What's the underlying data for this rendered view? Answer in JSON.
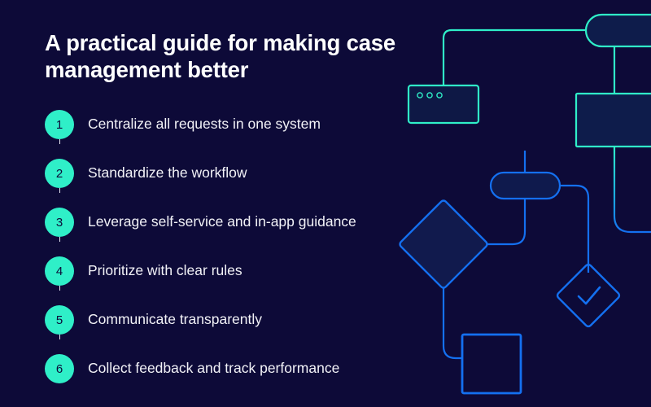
{
  "background_color": "#0D0A38",
  "accent_teal": "#2FEFC8",
  "accent_blue": "#1470F0",
  "text_color": "#F2F2F7",
  "header": {
    "title": "A practical guide for making case management better"
  },
  "steps": [
    {
      "number": "1",
      "label": "Centralize all requests in one system"
    },
    {
      "number": "2",
      "label": "Standardize the workflow"
    },
    {
      "number": "3",
      "label": "Leverage self-service and in-app guidance"
    },
    {
      "number": "4",
      "label": "Prioritize with clear rules"
    },
    {
      "number": "5",
      "label": "Communicate transparently"
    },
    {
      "number": "6",
      "label": "Collect feedback and track performance"
    }
  ],
  "flowchart": {
    "nodes": [
      {
        "name": "browser-window-node",
        "shape": "window",
        "stroke": "#2FEFC8",
        "fill": "#0E1845"
      },
      {
        "name": "pill-node-top",
        "shape": "pill",
        "stroke": "#2FEFC8",
        "fill": "#0E1C4B"
      },
      {
        "name": "rectangle-node-filled",
        "shape": "rectangle",
        "stroke": "#2FEFC8",
        "fill": "#0E1C4B"
      },
      {
        "name": "pill-node-middle",
        "shape": "pill",
        "stroke": "#1470F0",
        "fill": "#0F1A4D"
      },
      {
        "name": "diamond-node-filled",
        "shape": "diamond",
        "stroke": "#1470F0",
        "fill": "#111A4D"
      },
      {
        "name": "check-diamond-node",
        "shape": "diamond-check",
        "stroke": "#1470F0",
        "fill": "none"
      },
      {
        "name": "square-node-outline",
        "shape": "square",
        "stroke": "#1470F0",
        "fill": "none"
      }
    ]
  }
}
